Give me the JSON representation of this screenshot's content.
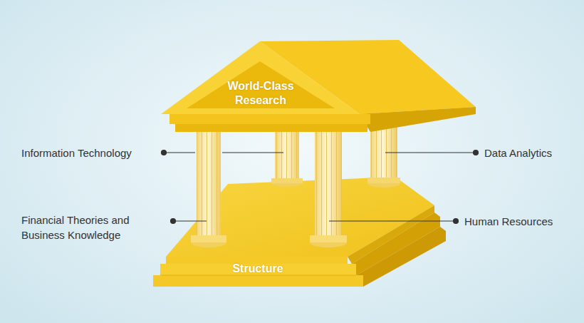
{
  "diagram": {
    "nodes": [
      {
        "text": [
          "World-Class Research"
        ]
      },
      {
        "text": [
          "Structure"
        ]
      }
    ],
    "labels": [
      "Information Technology",
      "Financial Theories and Business Knowledge",
      "Data Analytics",
      "Human Resources"
    ]
  }
}
